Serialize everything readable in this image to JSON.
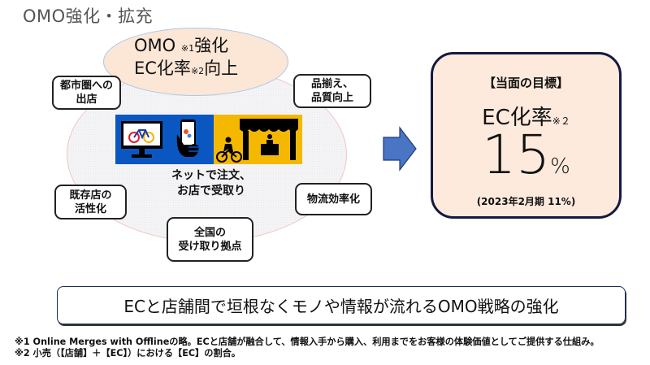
{
  "title": "OMO強化・拡充",
  "top_ellipse": {
    "line1_main": "OMO",
    "line1_sup": "※1",
    "line1_tail": "強化",
    "line2_main": "EC化率",
    "line2_sup": "※2",
    "line2_tail": "向上"
  },
  "boxes": {
    "urban": "都市圏への\n出店",
    "assortment": "品揃え、\n品質向上",
    "existing": "既存店の\n活性化",
    "logistics": "物流効率化",
    "pickup": "全国の\n受け取り拠点"
  },
  "illustration": {
    "left_icons": [
      "monitor-bicycle-icon",
      "smartphone-hand-icon"
    ],
    "right_icons": [
      "storefront-icon",
      "cyclist-icon"
    ],
    "colors": {
      "blue": "#0a57c2",
      "gold": "#f5b800"
    }
  },
  "caption": "ネットで注文、\nお店で受取り",
  "goal": {
    "label": "【当面の目標】",
    "metric": "EC化率",
    "metric_sup": "※２",
    "value": "15",
    "unit": "%",
    "previous": "(2023年2月期 11%)"
  },
  "banner": "ECと店舗間で垣根なくモノや情報が流れるOMO戦略の強化",
  "notes": [
    "※1 Online Merges with Offlineの略。ECと店舗が融合して、情報入手から購入、利用までをお客様の体験価値としてご提供する仕組み。",
    "※2 小売（【店舗】＋【EC】）における【EC】の割合。"
  ],
  "colors": {
    "arrow": "#4472c4",
    "goal_bg": "#fdeadc",
    "goal_border": "#14193f",
    "top_ellipse_bg": "#fce6d6"
  }
}
